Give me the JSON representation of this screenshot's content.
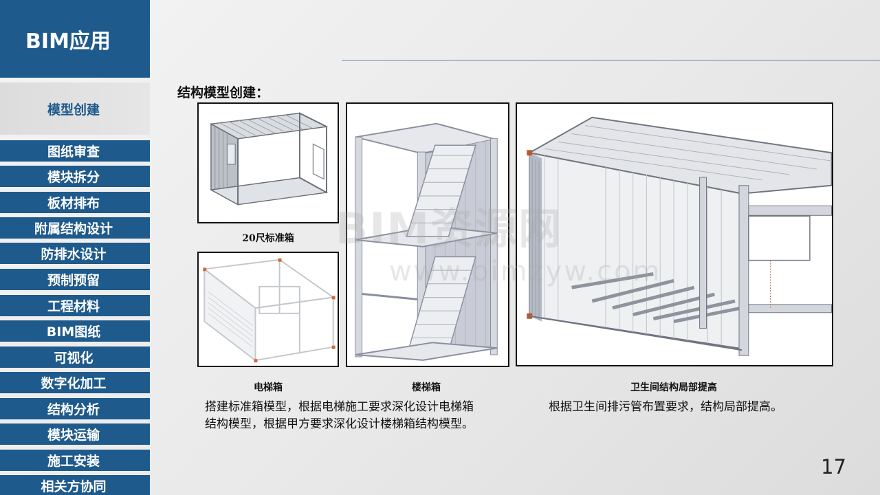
{
  "sidebar": {
    "header": "BIM应用",
    "active": "模型创建",
    "items": [
      {
        "label": "图纸审查"
      },
      {
        "label": "模块拆分"
      },
      {
        "label": "板材排布"
      },
      {
        "label": "附属结构设计"
      },
      {
        "label": "防排水设计"
      },
      {
        "label": "预制预留"
      },
      {
        "label": "工程材料"
      },
      {
        "label": "BIM图纸"
      },
      {
        "label": "可视化"
      },
      {
        "label": "数字化加工"
      },
      {
        "label": "结构分析"
      },
      {
        "label": "模块运输"
      },
      {
        "label": "施工安装"
      },
      {
        "label": "相关方协同"
      }
    ]
  },
  "main": {
    "title": "结构模型创建：",
    "captions": {
      "standard": "20尺标准箱",
      "elevator": "电梯箱",
      "stair": "楼梯箱",
      "bathroom": "卫生间结构局部提高"
    },
    "desc_left": [
      "搭建标准箱模型，根据电梯施工要求深化设计电梯箱",
      "结构模型，根据甲方要求深化设计楼梯箱结构模型。"
    ],
    "desc_right": "根据卫生间排污管布置要求，结构局部提高。",
    "watermark": "BIM资源网",
    "watermark_url": "www.bimzyw.com",
    "page_number": "17"
  },
  "colors": {
    "primary": "#1e5a8c",
    "active_bg": "#e0e0e0",
    "rule": "#5a8bb5"
  },
  "icons": [
    "container-model-image",
    "elevator-box-model-image",
    "stair-box-model-image",
    "bathroom-structure-model-image"
  ]
}
